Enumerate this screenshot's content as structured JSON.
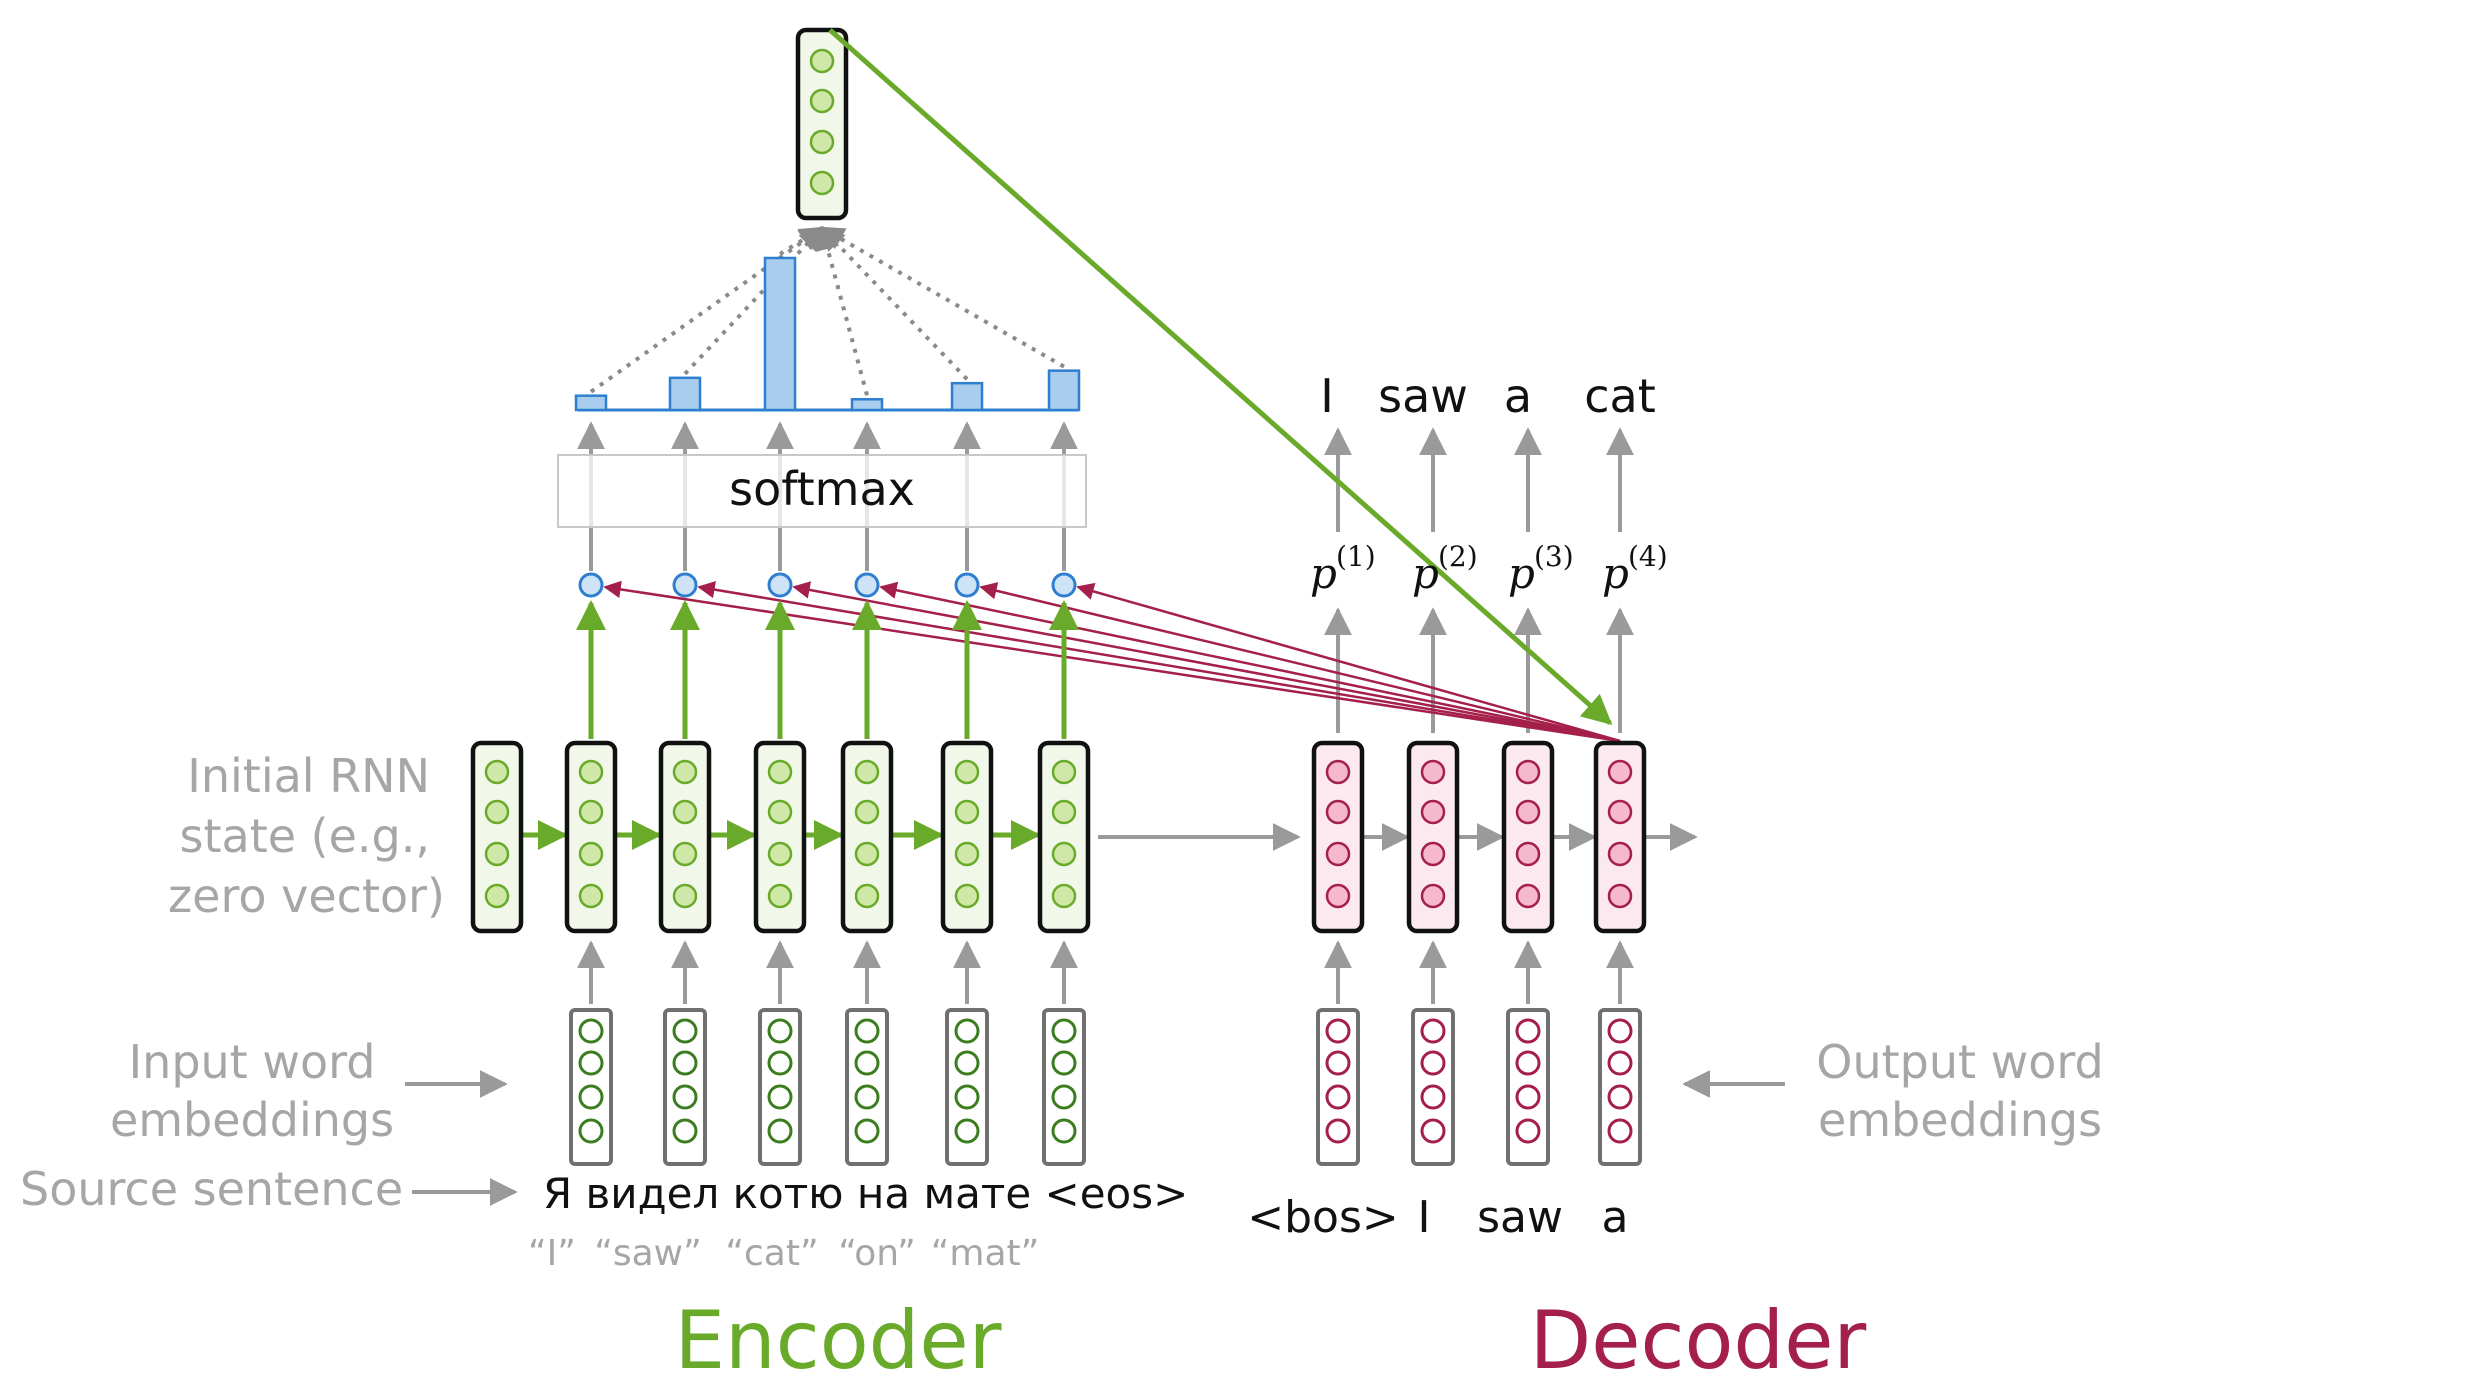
{
  "left_labels": {
    "initial_rnn": [
      "Initial RNN",
      "state (e.g.,",
      "zero vector)"
    ],
    "input_word": [
      "Input word",
      "embeddings"
    ],
    "source_sentence": "Source sentence"
  },
  "right_labels": {
    "output_word": [
      "Output word",
      "embeddings"
    ]
  },
  "softmax_label": "softmax",
  "source_sentence": "Я видел котю на мате <eos>",
  "source_glosses": [
    "“I”",
    "“saw”",
    "“cat”",
    "“on”",
    "“mat”"
  ],
  "decoder_inputs": [
    "<bos>",
    "I",
    "saw",
    "a"
  ],
  "decoder_outputs": [
    "I",
    "saw",
    "a",
    "cat"
  ],
  "prob_symbol": "p",
  "prob_superscripts": [
    "(1)",
    "(2)",
    "(3)",
    "(4)"
  ],
  "encoder_title": "Encoder",
  "decoder_title": "Decoder",
  "attention_weights": [
    0.08,
    0.18,
    0.85,
    0.06,
    0.15,
    0.22
  ],
  "colors": {
    "encoder": "#6aaa2a",
    "decoder": "#a4204a",
    "attention": "#2f7fd0",
    "attention_fill": "#a9cdee",
    "gray": "#9a9a9a",
    "state_green_fill": "#f1f8e9",
    "state_pink_fill": "#fbe9ef"
  }
}
